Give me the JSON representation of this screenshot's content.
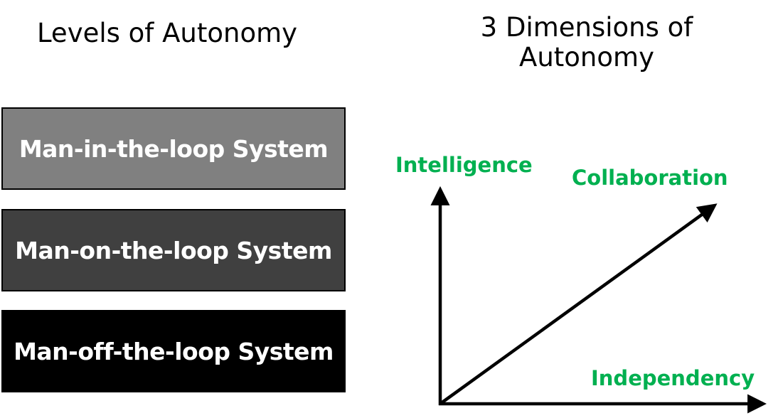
{
  "titles": {
    "left": "Levels of Autonomy",
    "right": "3 Dimensions of Autonomy"
  },
  "levels": [
    {
      "label": "Man-in-the-loop System",
      "color": "#808080"
    },
    {
      "label": "Man-on-the-loop System",
      "color": "#404040"
    },
    {
      "label": "Man-off-the-loop System",
      "color": "#000000"
    }
  ],
  "dimensions": {
    "vertical": "Intelligence",
    "diagonal": "Collaboration",
    "horizontal": "Independency",
    "label_color": "#00b050"
  }
}
